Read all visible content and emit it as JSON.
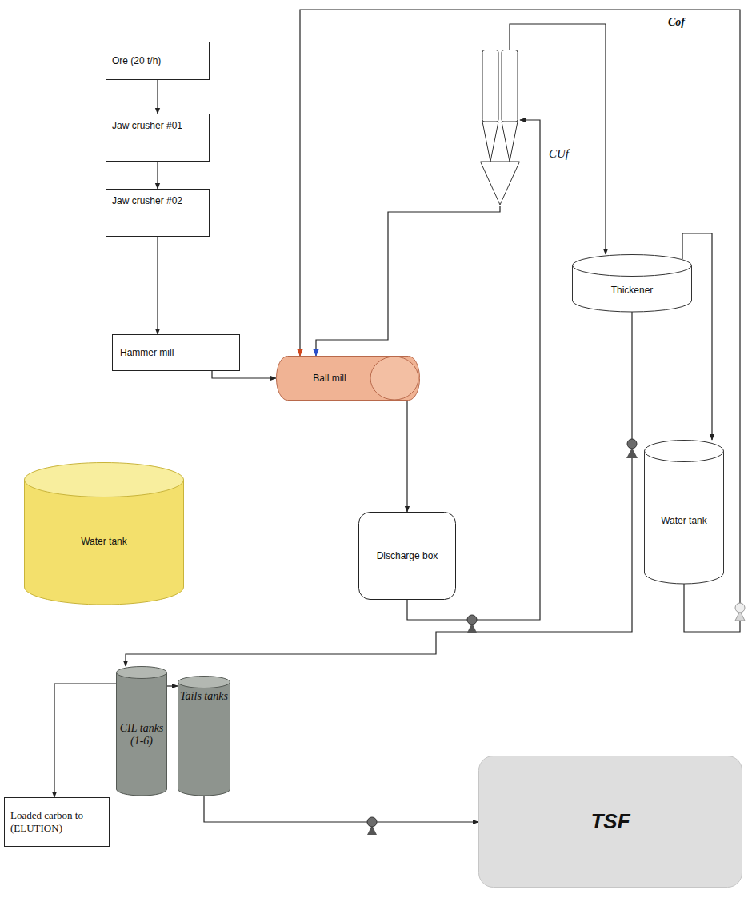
{
  "diagram": {
    "nodes": [
      {
        "text": [
          "Ore (20 t/h)"
        ]
      },
      {
        "text": [
          "Jaw crusher #01"
        ]
      },
      {
        "text": [
          "Jaw crusher #02"
        ]
      },
      {
        "text": [
          "Hammer mill"
        ]
      },
      {
        "text": [
          "Water tank"
        ]
      },
      {
        "text": [
          "Ball mill"
        ]
      },
      {
        "text": [
          "Discharge box"
        ]
      },
      {
        "text": [
          "CUf"
        ]
      },
      {
        "text": [
          "Thickener"
        ]
      },
      {
        "text": [
          "Water tank"
        ]
      },
      {
        "text": [
          "CIL tanks (1-6)"
        ]
      },
      {
        "text": [
          "Tails tanks"
        ]
      },
      {
        "text": [
          "Loaded carbon to (ELUTION)"
        ]
      },
      {
        "text": [
          "TSF"
        ]
      }
    ],
    "edges": [
      {
        "from": 0,
        "to": 1,
        "arrow": "to"
      },
      {
        "from": 1,
        "to": 2,
        "arrow": "to"
      },
      {
        "from": 2,
        "to": 3,
        "arrow": "to"
      },
      {
        "from": 3,
        "to": 5,
        "arrow": "to"
      },
      {
        "from": 5,
        "to": 6,
        "arrow": "to"
      },
      {
        "from": 6,
        "to": 7,
        "arrow": "to"
      },
      {
        "from": 7,
        "to": 5,
        "arrow": "to"
      },
      {
        "from": 7,
        "to": 8,
        "arrow": "to"
      },
      {
        "from": 8,
        "to": 9,
        "arrow": "to"
      },
      {
        "from": 9,
        "to": 5,
        "arrow": "to"
      },
      {
        "from": 8,
        "to": 10,
        "arrow": "to"
      },
      {
        "from": 10,
        "to": 11,
        "arrow": "to"
      },
      {
        "from": 10,
        "to": 12,
        "arrow": "to"
      },
      {
        "from": 11,
        "to": 13,
        "arrow": "to"
      }
    ],
    "labels": [
      "Cof"
    ]
  }
}
